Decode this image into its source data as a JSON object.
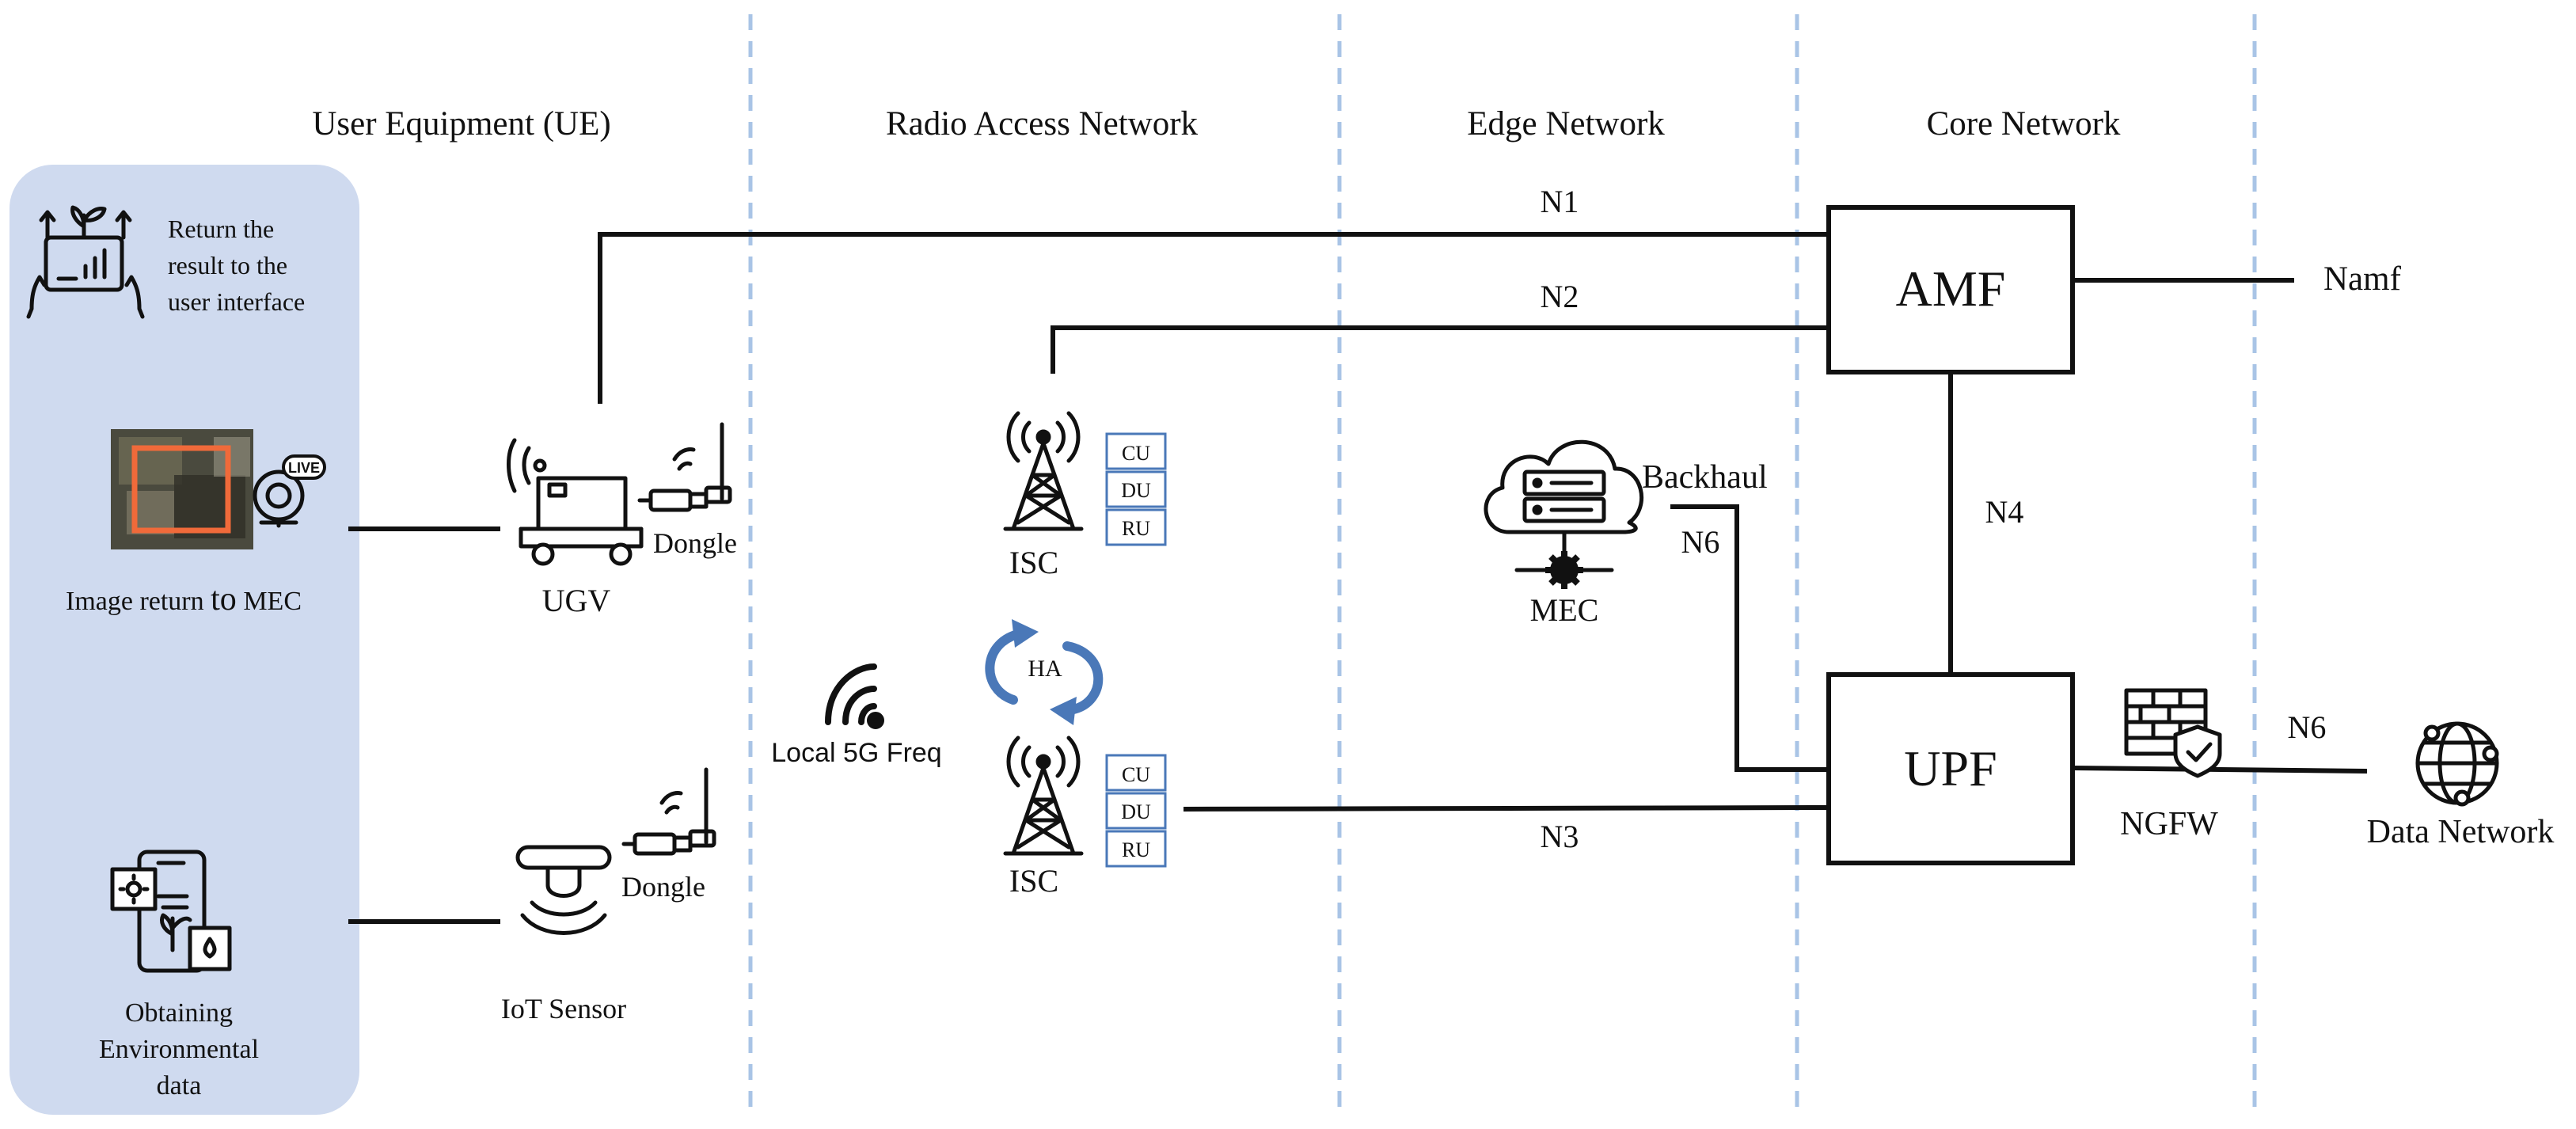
{
  "sections": {
    "ue": "User Equipment (UE)",
    "ran": "Radio Access Network",
    "edge": "Edge Network",
    "core": "Core Network"
  },
  "ue_panel": {
    "return_result": [
      "Return the",
      "result to the",
      "user interface"
    ],
    "image_return_prefix": "Image return ",
    "image_return_to": "to",
    "image_return_suffix": " MEC",
    "live": "LIVE",
    "obtaining": [
      "Obtaining",
      "Environmental",
      "data"
    ]
  },
  "devices": {
    "ugv": "UGV",
    "dongle": "Dongle",
    "iot_sensor": "IoT Sensor"
  },
  "ran": {
    "isc": "ISC",
    "cu": "CU",
    "du": "DU",
    "ru": "RU",
    "ha": "HA",
    "local_5g": "Local 5G Freq"
  },
  "edge": {
    "mec": "MEC",
    "backhaul": "Backhaul"
  },
  "core": {
    "amf": "AMF",
    "upf": "UPF",
    "ngfw": "NGFW"
  },
  "interfaces": {
    "n1": "N1",
    "n2": "N2",
    "n3": "N3",
    "n4": "N4",
    "n6_backhaul": "N6",
    "n6_data": "N6",
    "namf": "Namf"
  },
  "data_network": "Data Network",
  "colors": {
    "ue_panel_bg": "#cfdaef",
    "divider": "#a9c4e6",
    "ran_box_border": "#4a78b8",
    "ha_arrow": "#4a78b8",
    "image_frame": "#f06a3a"
  }
}
